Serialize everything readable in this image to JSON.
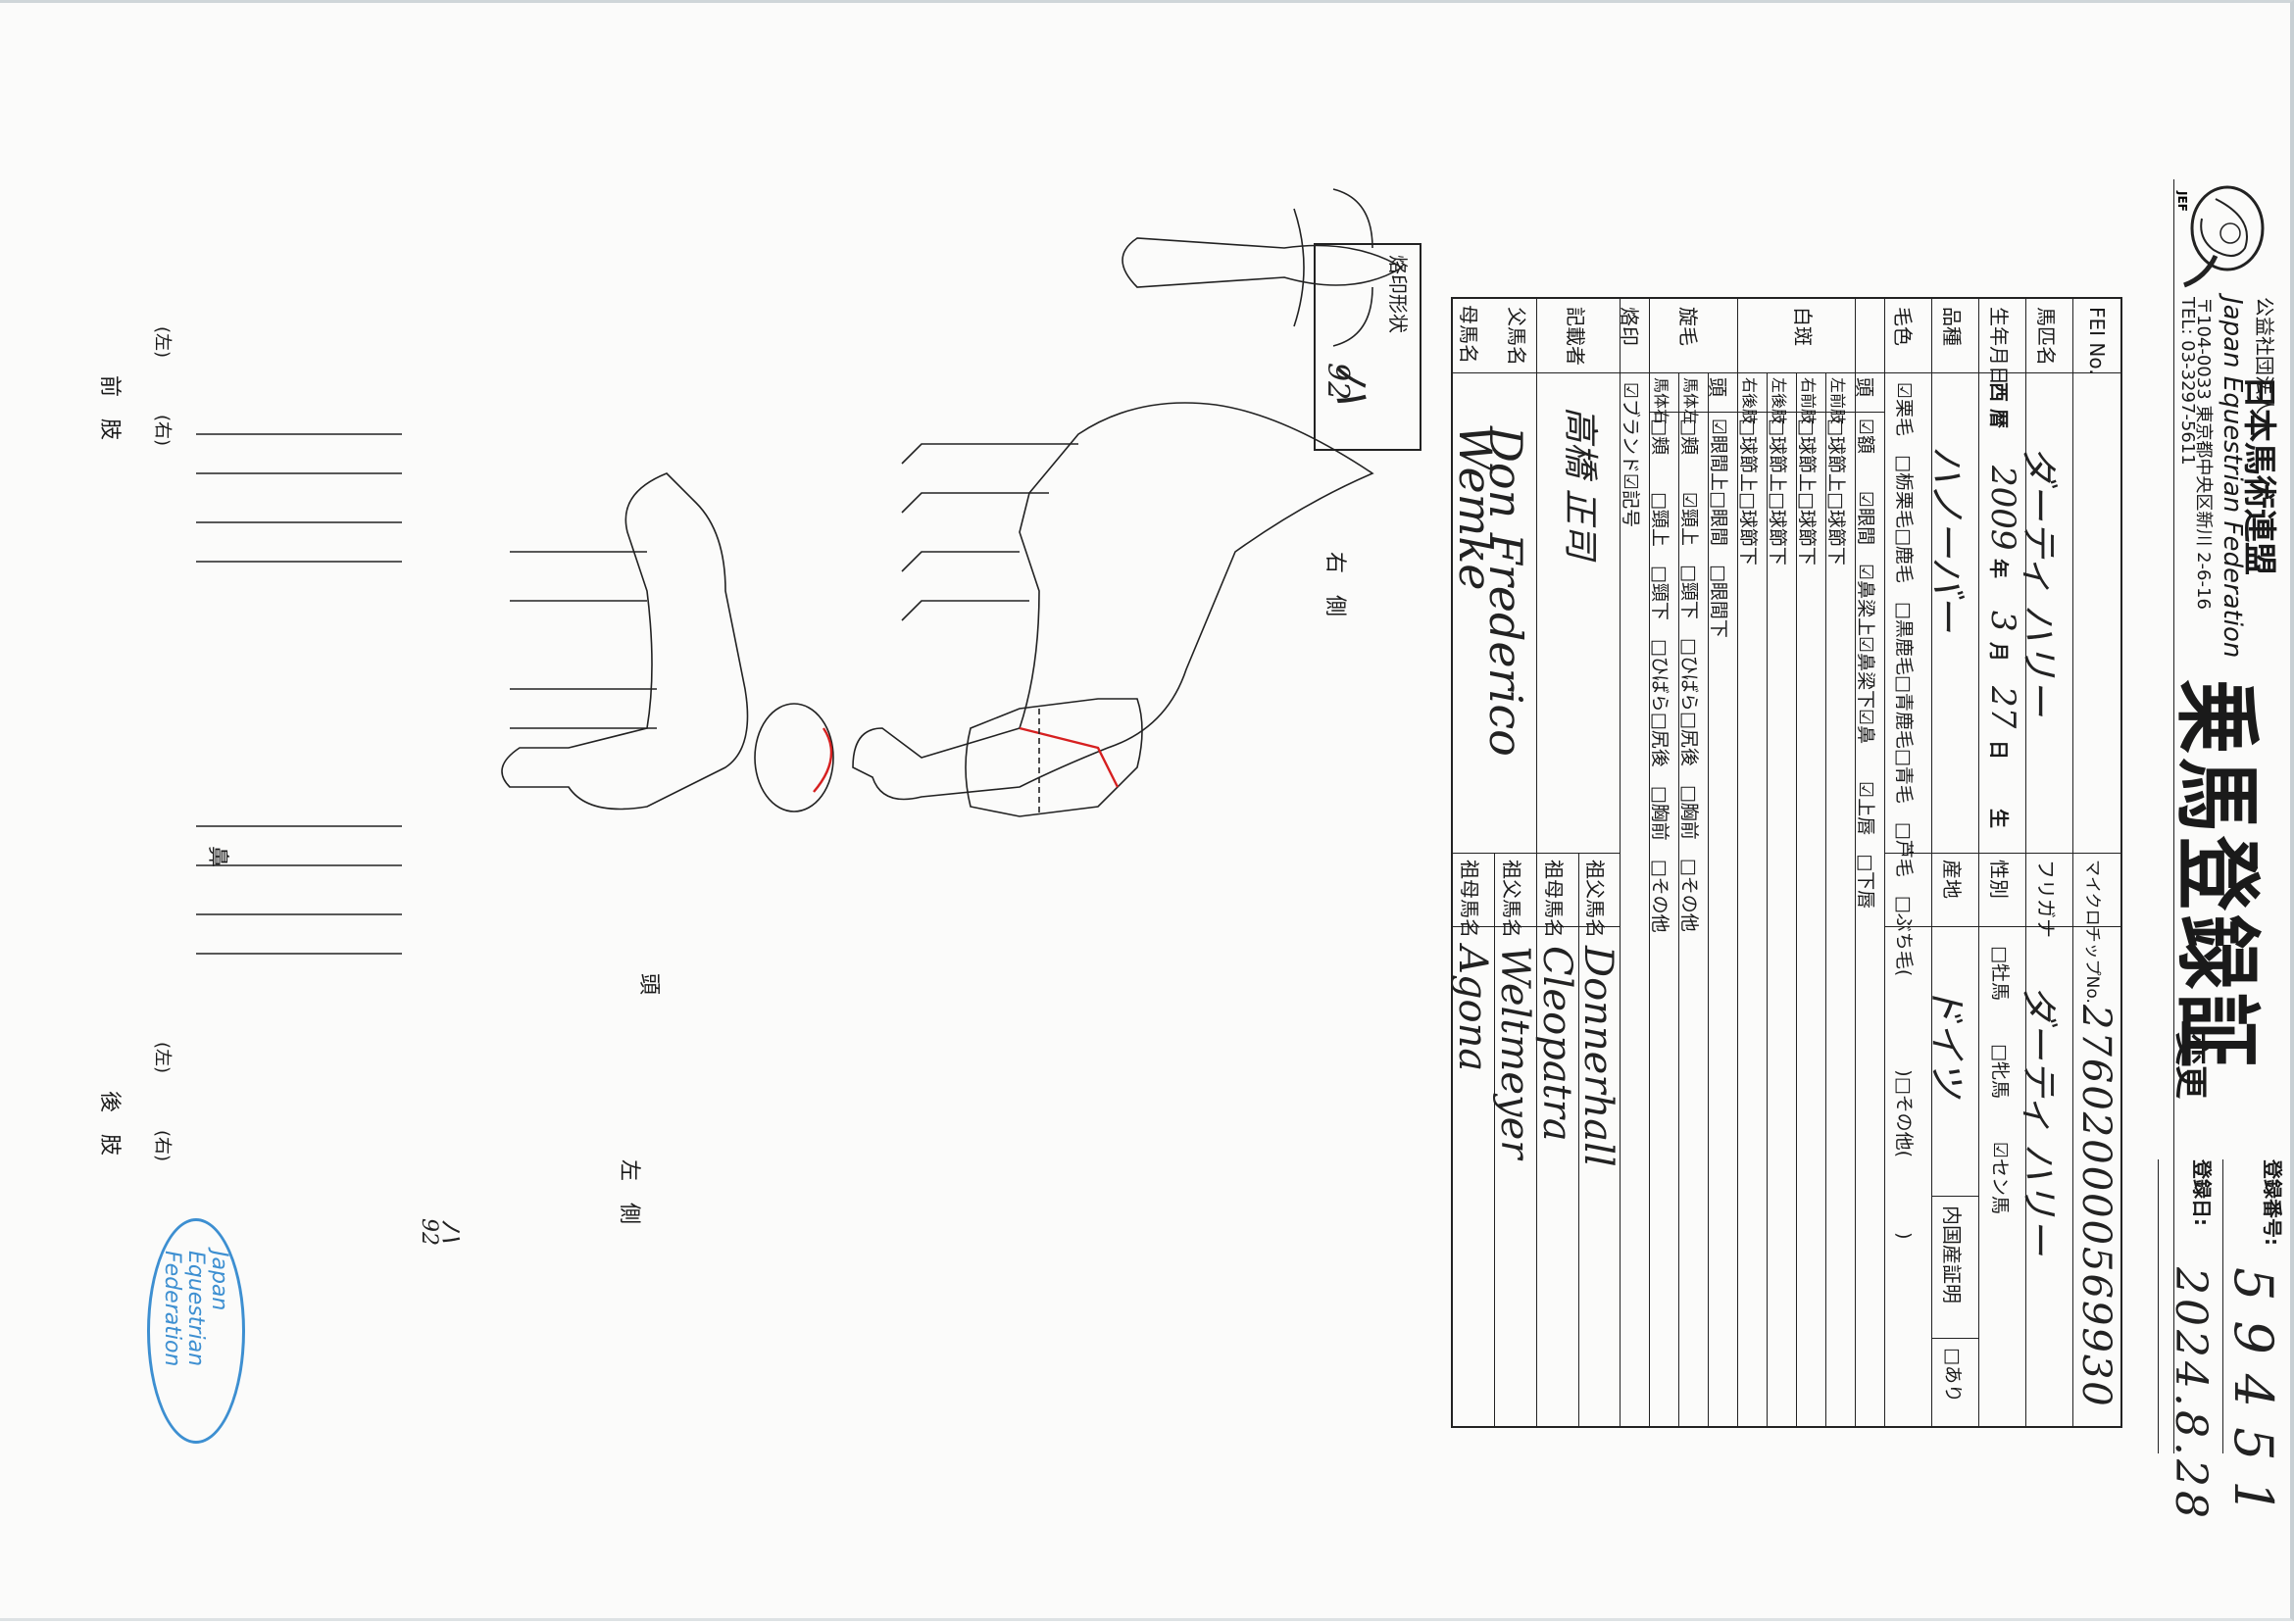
{
  "header": {
    "org_prefix": "公益社団法人",
    "org_name": "日本馬術連盟",
    "org_name_en": "Japan Equestrian Federation",
    "org_address": "〒104-0033 東京都中央区新川 2-6-16",
    "org_tel": "TEL: 03-3297-5611",
    "logo_text": "JEF",
    "title": "乗馬登録証",
    "reg_no_label": "登録番号:",
    "reg_no": "59451",
    "change_mark": "変更",
    "reg_date_label": "登録日:",
    "reg_date": "2024.8.28"
  },
  "form": {
    "fei_no_label": "FEI No.",
    "microchip_label": "マイクロチップNo.",
    "microchip_value": "276020000569930",
    "horse_name_label": "馬匹名",
    "furigana_label": "フリガナ",
    "horse_name_value": "ダーティ ハリー",
    "furigana_value": "ダーティ ハリー",
    "birth_label": "生年月日",
    "birth_era": "西 暦",
    "birth_year": "2009",
    "year_unit": "年",
    "birth_month": "3",
    "month_unit": "月",
    "birth_day": "27",
    "day_unit": "日",
    "birth_suffix": "生",
    "sex_label": "性別",
    "sex_options": [
      "□牡馬",
      "□牝馬",
      "☑セン馬"
    ],
    "breed_label": "品種",
    "breed_value": "ハノーバー",
    "origin_label": "産地",
    "origin_value": "ドイツ",
    "domestic_cert_label": "内国産証明",
    "domestic_cert_option": "□あり",
    "coat_label": "毛色",
    "coat_options_1": "☑栗毛　□栃栗毛□鹿毛　□黒鹿毛□青鹿毛□青毛　□芦毛　□ぶち毛(　　　　　)□その他(　　　　)",
    "white_label": "白斑",
    "head_label": "頭",
    "head_options": "☑額　　☑眼間　☑鼻梁上☑鼻梁下☑鼻　　☑上唇　□下唇",
    "left_fore_label": "左前肢",
    "left_fore_options": "□球節上□球節下",
    "right_fore_label": "右前肢",
    "right_fore_options": "□球節上□球節下",
    "left_hind_label": "左後肢",
    "left_hind_options": "□球節上□球節下",
    "right_hind_label": "右後肢",
    "right_hind_options": "□球節上□球節下",
    "whorl_label": "旋毛",
    "whorl_head_label": "頭",
    "whorl_head_options": "☑眼間上□眼間　□眼間下",
    "whorl_body_left_label": "馬体左",
    "whorl_body_left_options": "□頬　　☑頸上　□頸下　□ひばら□尻後　□胸前　□その他",
    "whorl_body_right_label": "馬体右",
    "whorl_body_right_options": "□頬　　□頸上　□頸下　□ひばら□尻後　□胸前　□その他",
    "brand_label": "烙印",
    "brand_options": "☑ブランド☑記号",
    "recorder_label": "記載者",
    "recorder_value": "高橋 正司",
    "sire_label": "父馬名",
    "sire_value": "Don Frederico",
    "grand_sire_label": "祖父馬名",
    "grand_sire_value": "Donnerhall",
    "grand_dam_label": "祖母馬名",
    "grand_dam_value": "Cleopatra",
    "dam_label": "母馬名",
    "dam_value": "Wemke",
    "dam_sire_label": "祖父馬名",
    "dam_sire_value": "Weltmeyer",
    "dam_dam_label": "祖母馬名",
    "dam_dam_value": "Agona"
  },
  "diagrams": {
    "brand_shape_label": "烙印形状",
    "brand_shape_value_1": "ハ",
    "brand_shape_value_2": "92",
    "right_side_label": "右　側",
    "left_side_label": "左　側",
    "head_label": "頭",
    "muzzle_label": "鼻",
    "fore_label": "前　肢",
    "hind_label": "後　肢",
    "left_mark": "(左)",
    "right_mark": "(右)",
    "body_brand_1": "ハ",
    "body_brand_2": "92",
    "stamp_text": [
      "Japan",
      "Equestrian",
      "Federation"
    ]
  },
  "colors": {
    "ink": "#1a1a1a",
    "marking_red": "#d62020",
    "stamp_blue": "#3d8fd1"
  }
}
